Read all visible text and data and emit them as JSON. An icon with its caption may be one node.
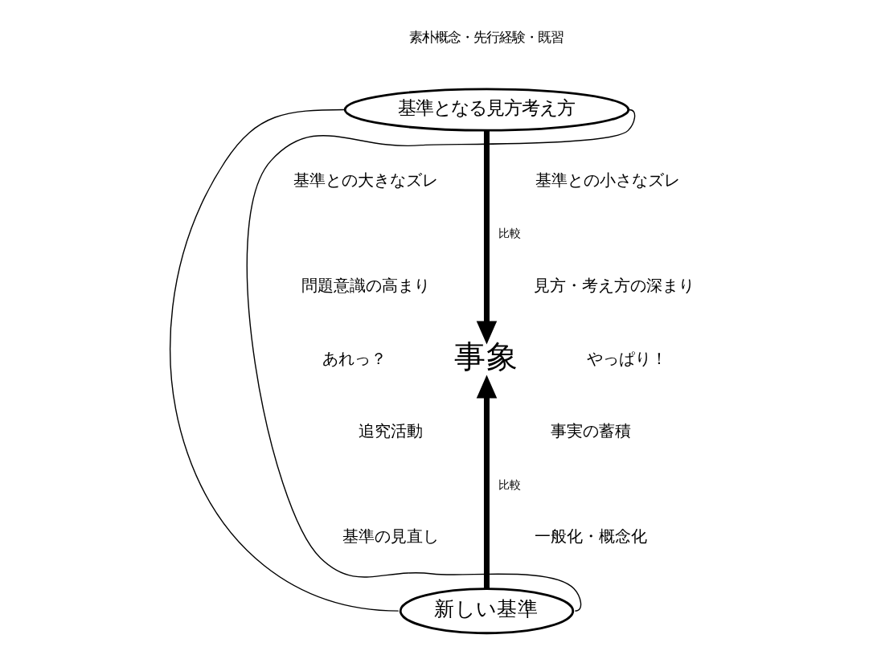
{
  "diagram": {
    "nodes": [
      {
        "text": [
          "基準となる見方考え方"
        ],
        "beside": [
          "素朴概念・先行経験・既習"
        ]
      },
      {
        "text": [
          "新しい基準"
        ]
      },
      {
        "text": [
          "事象"
        ]
      }
    ],
    "edges": [
      {
        "from": 0,
        "to": 2,
        "arrow": "to",
        "label": "比較",
        "style": "thick"
      },
      {
        "from": 1,
        "to": 2,
        "arrow": "to",
        "label": "比較",
        "style": "thick"
      },
      {
        "from": 0,
        "to": 1,
        "arrow": "none"
      },
      {
        "from": 0,
        "to": 1,
        "arrow": "none"
      }
    ],
    "labels": [
      "基準との大きなズレ",
      "基準との小さなズレ",
      "問題意識の高まり",
      "見方・考え方の深まり",
      "あれっ？",
      "やっぱり！",
      "追究活動",
      "事実の蓄積",
      "基準の見直し",
      "一般化・概念化"
    ]
  }
}
